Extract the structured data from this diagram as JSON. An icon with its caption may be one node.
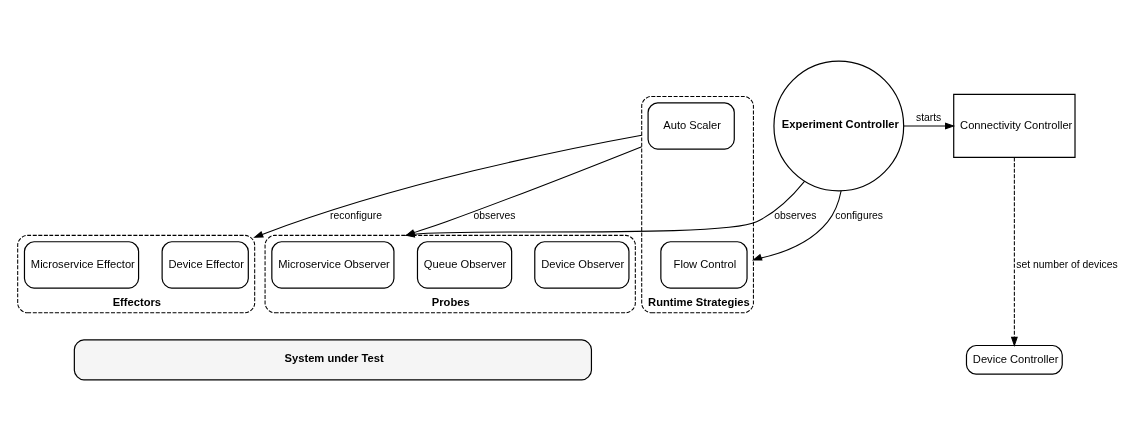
{
  "diagram": {
    "nodes": [
      {
        "text": [
          "Connectivity Controller"
        ]
      },
      {
        "text": [
          "Experiment Controller"
        ]
      },
      {
        "text": [
          "Runtime Strategies"
        ]
      },
      {
        "text": [
          "Flow Control"
        ],
        "in": 2
      },
      {
        "text": [
          "Auto Scaler"
        ],
        "in": 2
      },
      {
        "text": [
          "Probes"
        ]
      },
      {
        "text": [
          "Microservice Observer"
        ],
        "in": 5
      },
      {
        "text": [
          "Queue Observer"
        ],
        "in": 5
      },
      {
        "text": [
          "Device Observer"
        ],
        "in": 5
      },
      {
        "text": [
          "Effectors"
        ]
      },
      {
        "text": [
          "Device Effector"
        ],
        "in": 9
      },
      {
        "text": [
          "Microservice Effector"
        ],
        "in": 9
      },
      {
        "text": [
          "Device Controller"
        ]
      },
      {
        "text": [
          "System under Test"
        ]
      }
    ],
    "edges": [
      {
        "from": 1,
        "to": 0,
        "arrow": "to",
        "label": "starts"
      },
      {
        "from": 1,
        "to": 2,
        "arrow": "to",
        "label": "configures"
      },
      {
        "from": 1,
        "to": 5,
        "arrow": "to",
        "label": "observes"
      },
      {
        "from": 2,
        "to": 5,
        "arrow": "to",
        "label": "observes"
      },
      {
        "from": 2,
        "to": 9,
        "arrow": "to",
        "label": "reconfigure"
      },
      {
        "from": 0,
        "to": 12,
        "arrow": "to",
        "label": "set number of devices",
        "style": "dashed"
      }
    ]
  }
}
